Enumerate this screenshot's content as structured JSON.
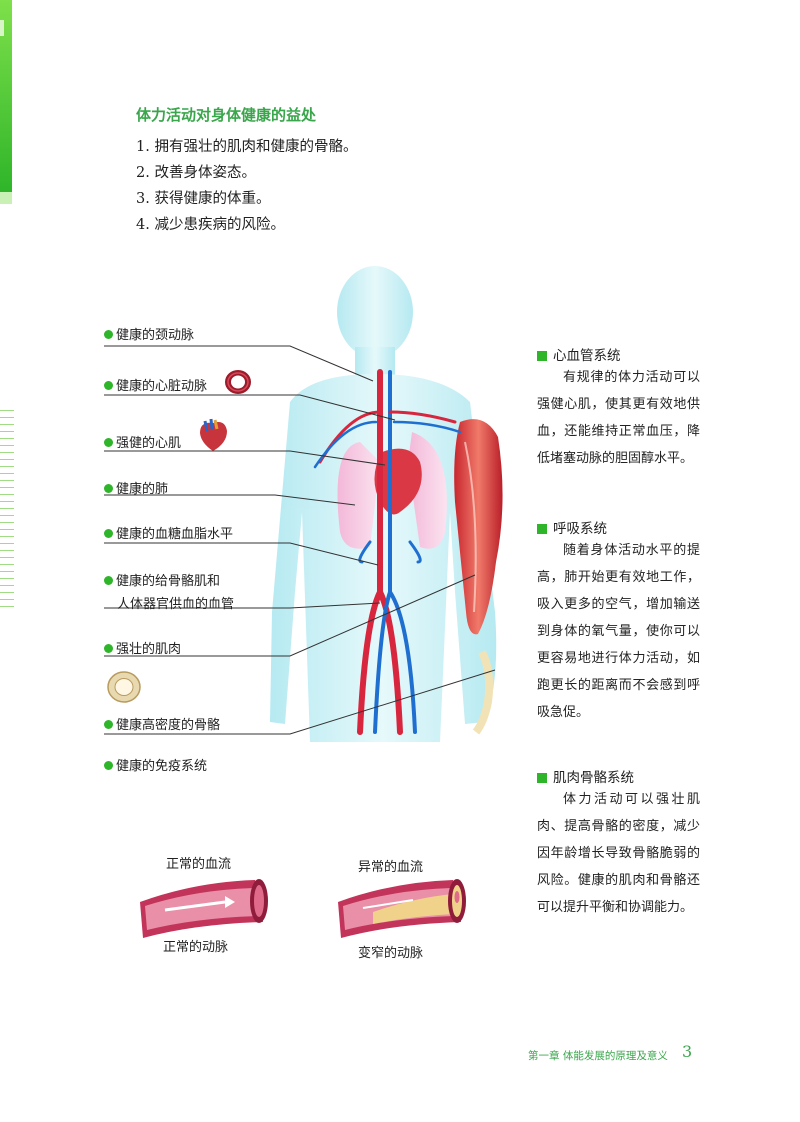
{
  "benefits": {
    "title": "体力活动对身体健康的益处",
    "items": [
      "1. 拥有强壮的肌肉和健康的骨骼。",
      "2. 改善身体姿态。",
      "3. 获得健康的体重。",
      "4. 减少患疾病的风险。"
    ]
  },
  "labels": [
    "健康的颈动脉",
    "健康的心脏动脉",
    "强健的心肌",
    "健康的肺",
    "健康的血糖血脂水平",
    "健康的给骨骼肌和",
    "人体器官供血的血管",
    "强壮的肌肉",
    "健康高密度的骨骼",
    "健康的免疫系统"
  ],
  "sections": [
    {
      "title": "心血管系统",
      "body": "有规律的体力活动可以强健心肌，使其更有效地供血，还能维持正常血压，降低堵塞动脉的胆固醇水平。"
    },
    {
      "title": "呼吸系统",
      "body": "随着身体活动水平的提高，肺开始更有效地工作，吸入更多的空气，增加输送到身体的氧气量，使你可以更容易地进行体力活动，如跑更长的距离而不会感到呼吸急促。"
    },
    {
      "title": "肌肉骨骼系统",
      "body": "体力活动可以强壮肌肉、提高骨骼的密度，减少因年龄增长导致骨骼脆弱的风险。健康的肌肉和骨骼还可以提升平衡和协调能力。"
    }
  ],
  "arteries": {
    "normal_flow": "正常的血流",
    "normal_artery": "正常的动脉",
    "abnormal_flow": "异常的血流",
    "narrowed_artery": "变窄的动脉"
  },
  "footer": {
    "chapter": "第一章 体能发展的原理及意义",
    "page": "3"
  },
  "colors": {
    "accent": "#2fb52a",
    "title_green": "#3aa64b",
    "artery_red": "#d7263d",
    "vein_blue": "#1f6fd1",
    "body_cyan": "#bfeef2"
  }
}
